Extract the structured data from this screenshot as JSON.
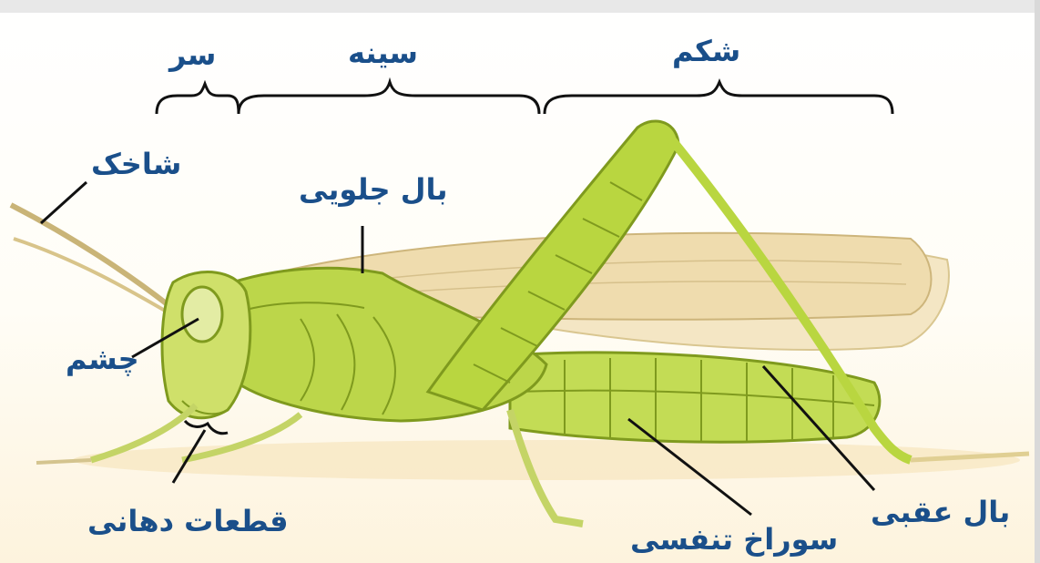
{
  "diagram": {
    "labels": {
      "head": "سر",
      "thorax": "سینه",
      "abdomen": "شکم",
      "antenna": "شاخک",
      "forewing": "بال جلویی",
      "eye": "چشم",
      "mouthparts": "قطعات دهانی",
      "spiracle": "سوراخ تنفسی",
      "hindwing": "بال عقبی"
    },
    "colors": {
      "label_text": "#1a4f8a",
      "leader_line": "#111111",
      "body_green": "#b9d640",
      "body_dark": "#7f9a1e",
      "wing_tan": "#efdcae",
      "outline": "#8a7a2a"
    }
  }
}
